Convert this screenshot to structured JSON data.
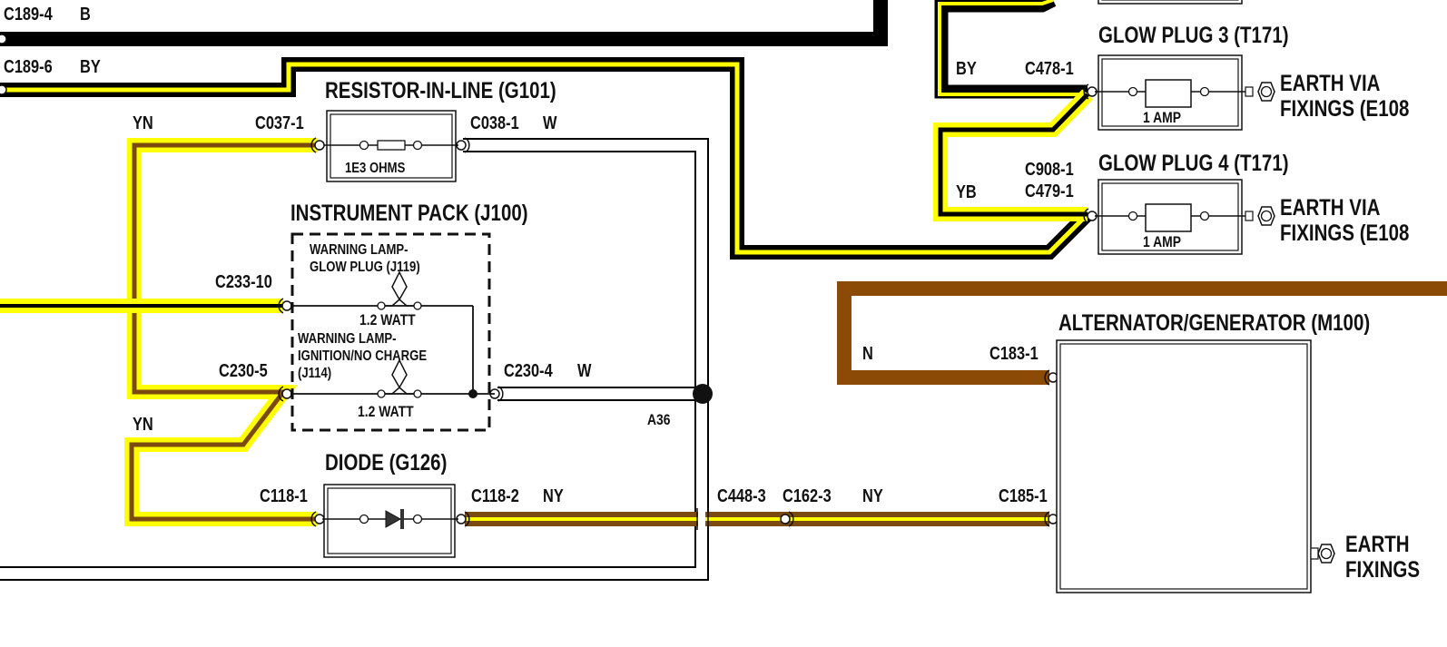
{
  "colors": {
    "black": "#000000",
    "yellow": "#ffff00",
    "brown": "#7a4a10",
    "brown_bright": "#8b4a06",
    "white": "#ffffff",
    "outline": "#222222"
  },
  "wires": {
    "c189_4": {
      "connector": "C189-4",
      "color_code": "B"
    },
    "c189_6": {
      "connector": "C189-6",
      "color_code": "BY"
    },
    "yn_top": {
      "color_code": "YN"
    },
    "yn_bottom": {
      "color_code": "YN"
    },
    "c038_w": {
      "connector": "C038-1",
      "color_code": "W"
    },
    "c230_4_w": {
      "connector": "C230-4",
      "color_code": "W"
    },
    "splice": {
      "label": "A36"
    },
    "c118_2_ny": {
      "connector": "C118-2",
      "color_code": "NY"
    },
    "ny_mid": {
      "connector_a": "C448-3",
      "connector_b": "C162-3",
      "color_code": "NY"
    },
    "by_gp3": {
      "color_code": "BY",
      "connector": "C478-1"
    },
    "yb_gp4": {
      "color_code": "YB",
      "connector_a": "C908-1",
      "connector_b": "C479-1"
    },
    "n_alt": {
      "color_code": "N",
      "connector": "C183-1"
    },
    "ny_alt": {
      "connector": "C185-1"
    }
  },
  "components": {
    "resistor": {
      "title": "RESISTOR-IN-LINE (G101)",
      "in_connector": "C037-1",
      "value": "1E3 OHMS"
    },
    "instrument_pack": {
      "title": "INSTRUMENT PACK (J100)",
      "lamp1": {
        "name_line1": "WARNING LAMP-",
        "name_line2": "GLOW PLUG (J119)",
        "rating": "1.2 WATT",
        "connector": "C233-10"
      },
      "lamp2": {
        "name_line1": "WARNING LAMP-",
        "name_line2": "IGNITION/NO CHARGE",
        "name_line3": "(J114)",
        "rating": "1.2 WATT",
        "connector": "C230-5"
      }
    },
    "diode": {
      "title": "DIODE (G126)",
      "in_connector": "C118-1"
    },
    "glow_plug_3": {
      "title": "GLOW PLUG 3 (T171)",
      "rating": "1 AMP",
      "earth_line1": "EARTH VIA",
      "earth_line2": "FIXINGS (E108"
    },
    "glow_plug_4": {
      "title": "GLOW PLUG 4 (T171)",
      "rating": "1 AMP",
      "earth_line1": "EARTH VIA",
      "earth_line2": "FIXINGS (E108"
    },
    "alternator": {
      "title": "ALTERNATOR/GENERATOR (M100)",
      "earth_line1": "EARTH",
      "earth_line2": "FIXINGS"
    }
  }
}
